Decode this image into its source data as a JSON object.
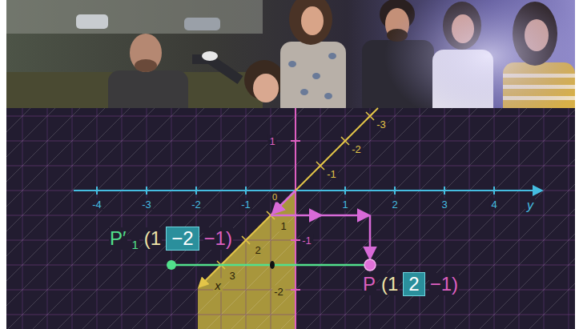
{
  "diagram": {
    "nodes": [
      {
        "text": [
          "−2"
        ]
      },
      {
        "text": [
          "2"
        ]
      }
    ],
    "labels": [
      "1",
      "-4",
      "-3",
      "-2",
      "-1",
      "1",
      "2",
      "3",
      "4",
      "y",
      "-3",
      "-2",
      "-1",
      "0",
      "1",
      "2",
      "3",
      "x",
      "-1",
      "-2",
      "P′",
      "1",
      "(1",
      "−1)",
      "P",
      "(1",
      "−1)"
    ]
  }
}
